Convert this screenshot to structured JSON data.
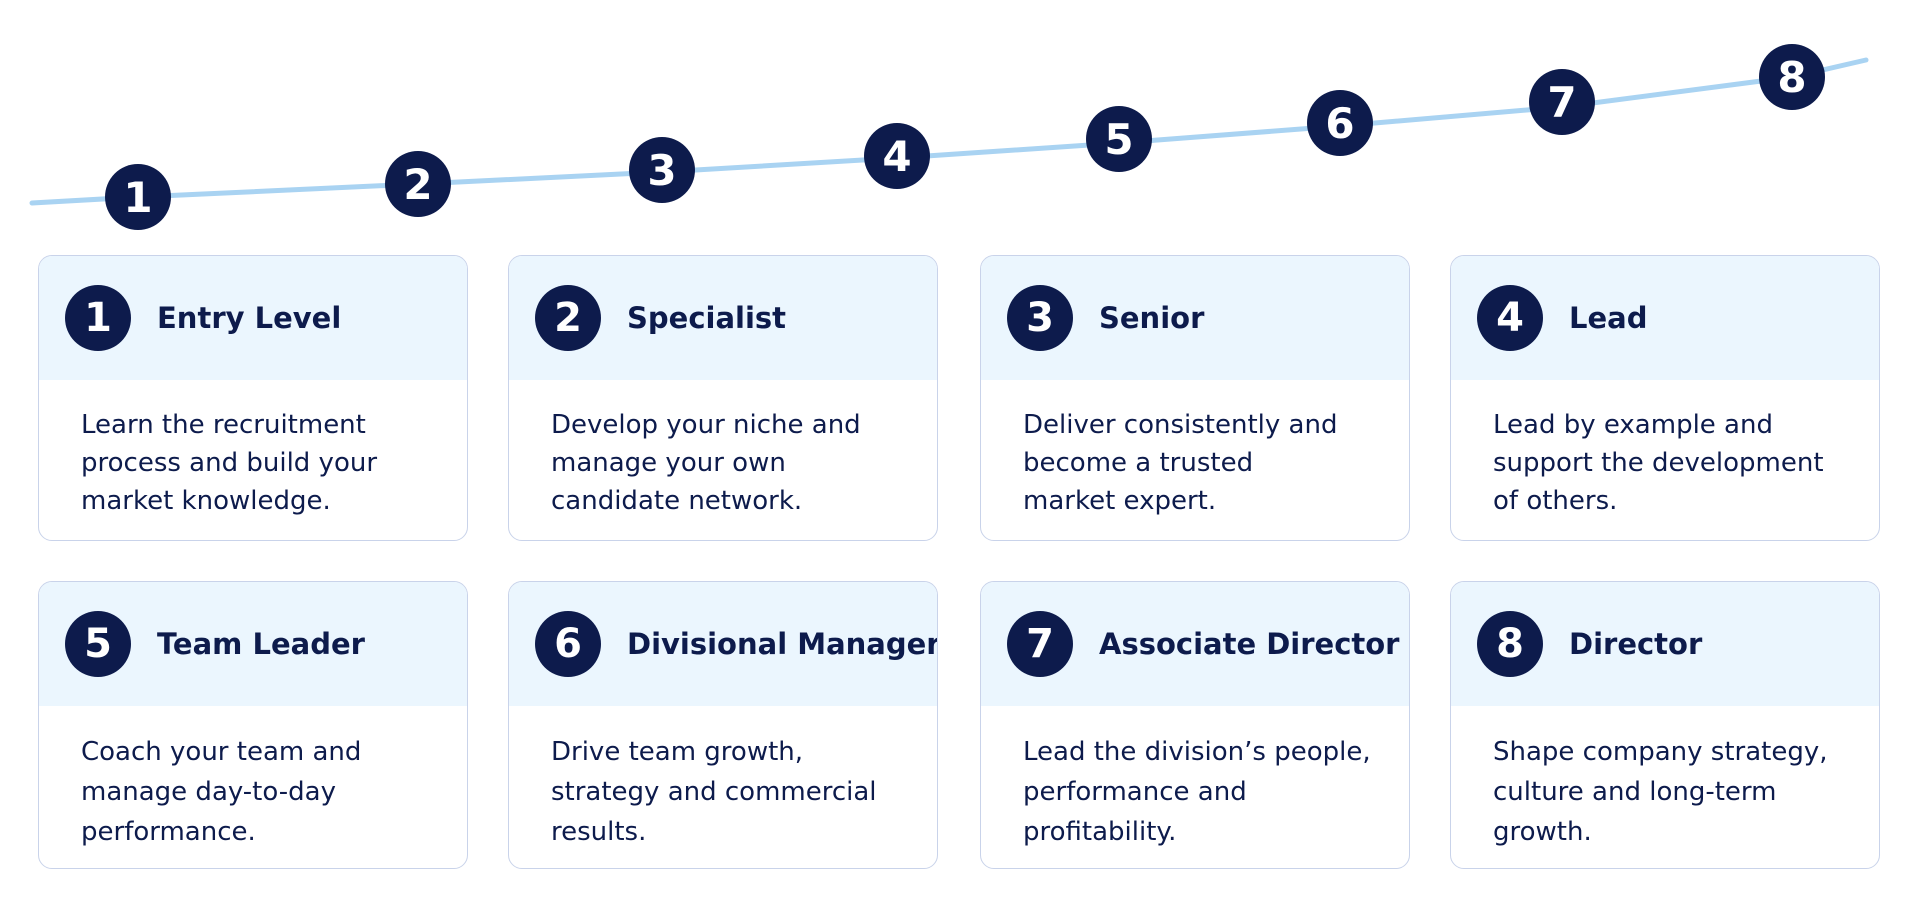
{
  "timeline": {
    "markers": [
      "1",
      "2",
      "3",
      "4",
      "5",
      "6",
      "7",
      "8"
    ]
  },
  "stages": [
    {
      "number": "1",
      "title": "Entry Level",
      "lines": [
        "Learn the recruitment",
        "process and build your",
        "market knowledge."
      ]
    },
    {
      "number": "2",
      "title": "Specialist",
      "lines": [
        "Develop your niche and",
        "manage your own",
        "candidate network."
      ]
    },
    {
      "number": "3",
      "title": "Senior",
      "lines": [
        "Deliver consistently and",
        "become a trusted",
        "market expert."
      ]
    },
    {
      "number": "4",
      "title": "Lead",
      "lines": [
        "Lead by example and",
        "support the development",
        "of others."
      ]
    },
    {
      "number": "5",
      "title": "Team Leader",
      "lines": [
        "Coach your team and",
        "manage day-to-day",
        "performance."
      ]
    },
    {
      "number": "6",
      "title": "Divisional Manager",
      "lines": [
        "Drive team growth,",
        "strategy and commercial",
        "results."
      ]
    },
    {
      "number": "7",
      "title": "Associate Director",
      "lines": [
        "Lead the division’s people,",
        "performance and",
        "profitability."
      ]
    },
    {
      "number": "8",
      "title": "Director",
      "lines": [
        "Shape company strategy,",
        "culture and long-term",
        "growth."
      ]
    }
  ],
  "colors": {
    "navy": "#0d1b4c",
    "line": "#a9d3f2",
    "header_bg": "#ebf6fe",
    "border": "#c9d3ea"
  }
}
